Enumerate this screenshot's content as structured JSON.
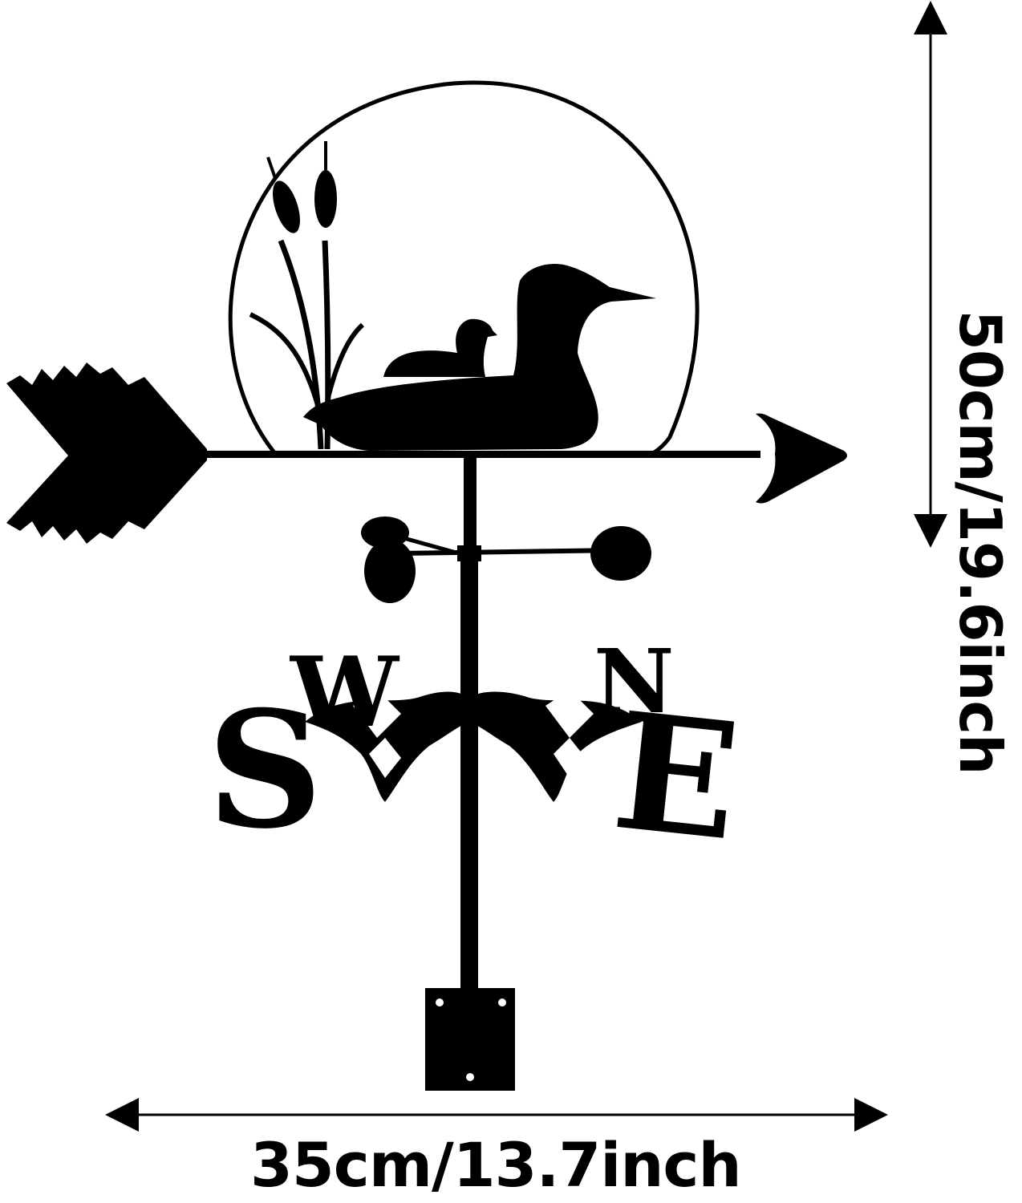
{
  "dimensions": {
    "width_label": "35cm/13.7inch",
    "height_label": "50cm/19.6inch"
  },
  "compass": {
    "letters": [
      "S",
      "W",
      "N",
      "E"
    ]
  },
  "colors": {
    "silhouette": "#000000",
    "background": "#ffffff"
  },
  "icons": {
    "figure": "loon-weathervane-silhouette"
  }
}
